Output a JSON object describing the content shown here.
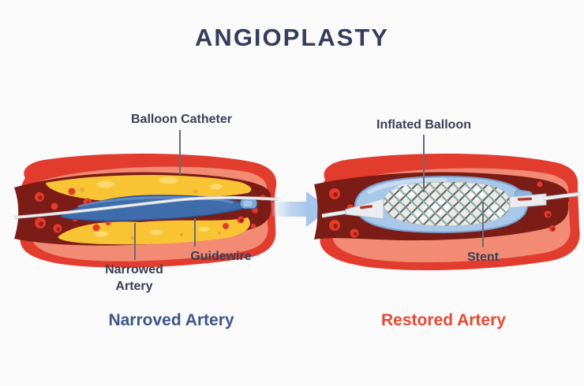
{
  "title": "ANGIOPLASTY",
  "palette": {
    "background": "#fbfafb",
    "title_text": "#353d5c",
    "label_text": "#3a4054",
    "leader_line": "#686d74",
    "caption_left_text": "#3d5787",
    "caption_right_text": "#e8482f",
    "artery_wall_red": "#e13c2d",
    "artery_lining_salmon": "#f28a74",
    "artery_lumen_maroon": "#7c1c16",
    "blood_cell_red": "#e33b2c",
    "plaque_yellow": "#f9c434",
    "balloon_deflated_blue": "#3f6cab",
    "balloon_inflated_blue": "#a8c8ea",
    "stent_gray": "#eceae5",
    "guidewire_gray": "#f2f4f6",
    "arrow_blue": "#a6c6ec"
  },
  "left_panel": {
    "label_balloon_catheter": "Balloon Catheter",
    "label_narrowed_line1": "Narrowed",
    "label_narrowed_line2": "Artery",
    "label_guidewire": "Guidewire",
    "caption": "Narroved Artery"
  },
  "right_panel": {
    "label_inflated_balloon": "Inflated Balloon",
    "label_stent": "Stent",
    "caption": "Restored Artery"
  }
}
